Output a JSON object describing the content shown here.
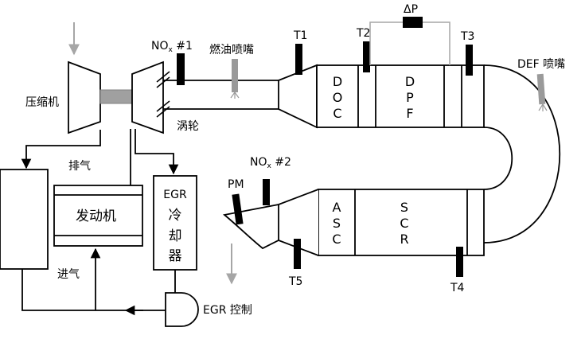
{
  "labels": {
    "compressor": "压缩机",
    "turbine": "涡轮",
    "exhaust": "排气",
    "engine": "发动机",
    "intake": "进气",
    "egr_cooler": [
      "EGR",
      "冷",
      "却",
      "器"
    ],
    "egr_control": "EGR 控制",
    "nox1_main": "NO",
    "nox1_sub": "x",
    "nox1_suffix": " #1",
    "nox2_main": "NO",
    "nox2_sub": "x",
    "nox2_suffix": " #2",
    "fuel_injector": "燃油喷嘴",
    "def_injector": "DEF 喷嘴",
    "pm": "PM",
    "delta_p": "ΔP",
    "t1": "T1",
    "t2": "T2",
    "t3": "T3",
    "t4": "T4",
    "t5": "T5",
    "doc": [
      "D",
      "O",
      "C"
    ],
    "dpf": [
      "D",
      "P",
      "F"
    ],
    "asc": [
      "A",
      "S",
      "C"
    ],
    "scr": [
      "S",
      "C",
      "R"
    ]
  },
  "colors": {
    "line": "#000000",
    "injector_gray": "#9a9a9a",
    "shaft_gray": "#a0a0a0",
    "arrow_gray": "#a6a6a6"
  }
}
